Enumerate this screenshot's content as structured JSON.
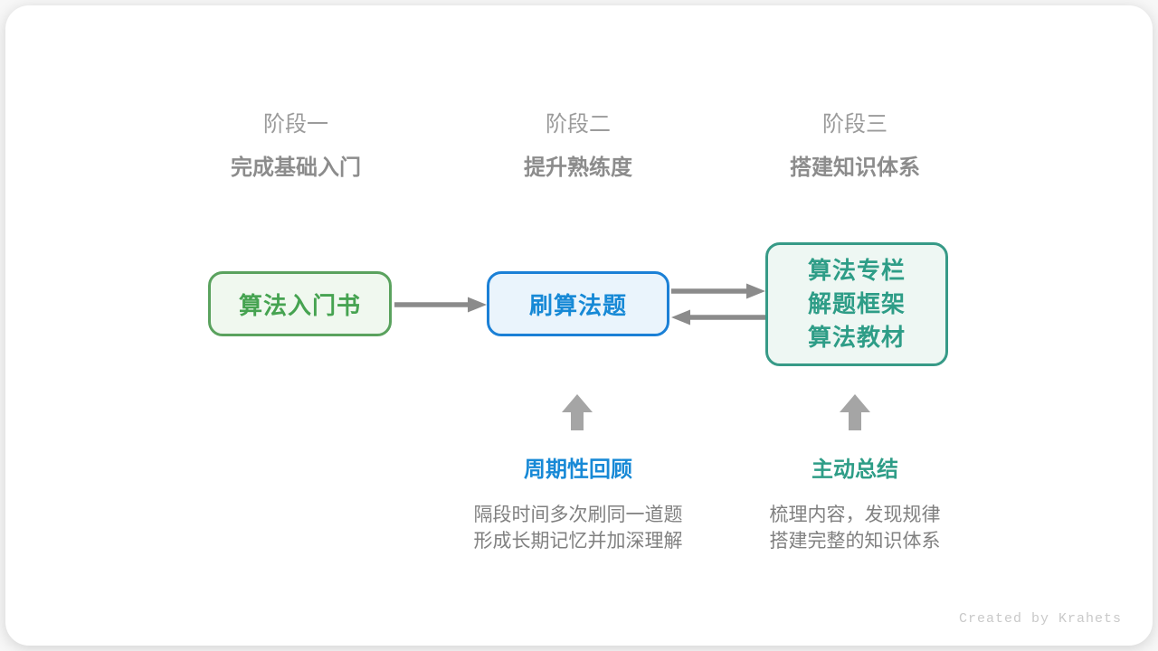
{
  "stages": [
    {
      "label": "阶段一",
      "subtitle": "完成基础入门"
    },
    {
      "label": "阶段二",
      "subtitle": "提升熟练度"
    },
    {
      "label": "阶段三",
      "subtitle": "搭建知识体系"
    }
  ],
  "flow": {
    "nodes": [
      {
        "label": "算法入门书"
      },
      {
        "label": "刷算法题"
      },
      {
        "lines": [
          "算法专栏",
          "解题框架",
          "算法教材"
        ]
      }
    ]
  },
  "methods": [
    {
      "title": "周期性回顾",
      "desc": [
        "隔段时间多次刷同一道题",
        "形成长期记忆并加深理解"
      ]
    },
    {
      "title": "主动总结",
      "desc": [
        "梳理内容，发现规律",
        "搭建完整的知识体系"
      ]
    }
  ],
  "credit": "Created by Krahets",
  "colors": {
    "green_border": "#5aa25e",
    "green_fill": "#f0f8ef",
    "green_text": "#46a351",
    "blue_border": "#1b80d6",
    "blue_fill": "#eaf4fc",
    "blue_text": "#1789d6",
    "teal_border": "#379a87",
    "teal_fill": "#eef7f3",
    "teal_text": "#2e9d87",
    "arrow_gray": "#8b8b8b",
    "up_arrow_gray": "#a5a5a5",
    "heading_gray": "#9b9b9b",
    "subtitle_gray": "#8c8c8c",
    "desc_gray": "#808080",
    "credit_gray": "#c9c9c9"
  }
}
